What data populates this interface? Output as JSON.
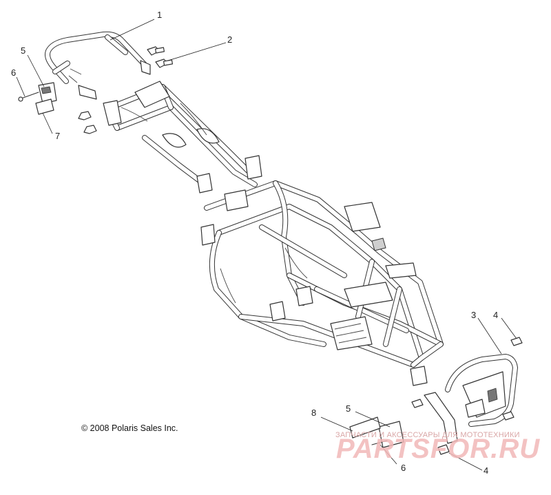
{
  "copyright": "© 2008 Polaris Sales Inc.",
  "watermark": {
    "subtitle": "ЗАПЧАСТИ И АКСЕССУАРЫ ДЛЯ МОТОТЕХНИКИ",
    "logo": "PARTSFOR.RU"
  },
  "callouts": [
    {
      "id": "c1",
      "label": "1"
    },
    {
      "id": "c2",
      "label": "2"
    },
    {
      "id": "c3",
      "label": "3"
    },
    {
      "id": "c4a",
      "label": "4"
    },
    {
      "id": "c4b",
      "label": "4"
    },
    {
      "id": "c5a",
      "label": "5"
    },
    {
      "id": "c5b",
      "label": "5"
    },
    {
      "id": "c6a",
      "label": "6"
    },
    {
      "id": "c6b",
      "label": "6"
    },
    {
      "id": "c7",
      "label": "7"
    },
    {
      "id": "c8",
      "label": "8"
    }
  ]
}
